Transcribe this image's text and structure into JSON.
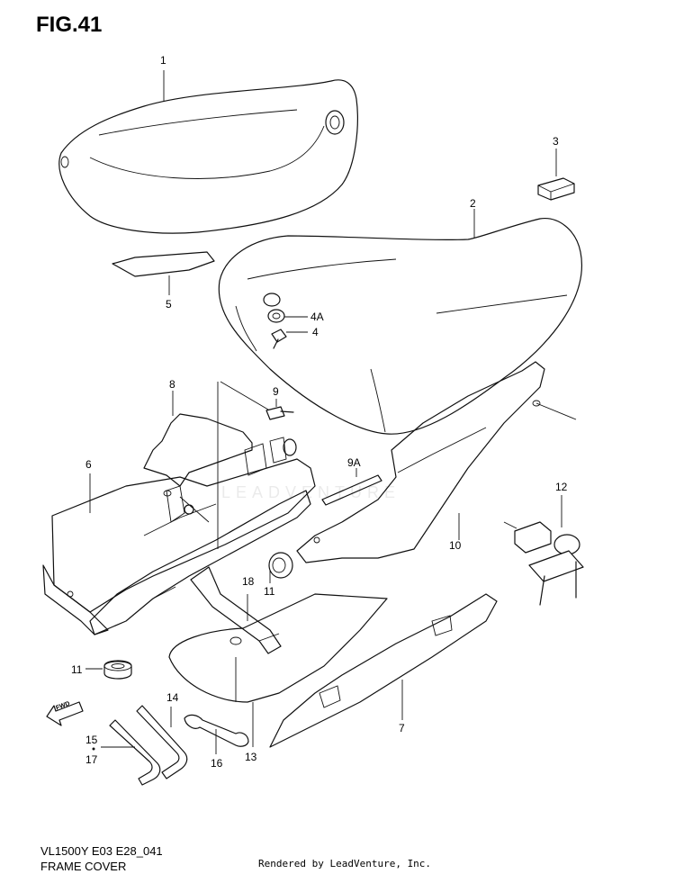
{
  "figure": {
    "title": "FIG.41",
    "model_code": "VL1500Y E03 E28_041",
    "name": "FRAME COVER",
    "rendered_by": "Rendered by LeadVenture, Inc.",
    "watermark": "LEADVENTURE",
    "arrow_label": "FWD"
  },
  "callouts": {
    "c1": "1",
    "c2": "2",
    "c3": "3",
    "c4": "4",
    "c4a": "4A",
    "c5": "5",
    "c6": "6",
    "c7": "7",
    "c8": "8",
    "c9": "9",
    "c9a": "9A",
    "c10": "10",
    "c11a": "11",
    "c11b": "11",
    "c12": "12",
    "c13": "13",
    "c14": "14",
    "c15": "15",
    "c16": "16",
    "c17": "17",
    "c18": "18"
  }
}
